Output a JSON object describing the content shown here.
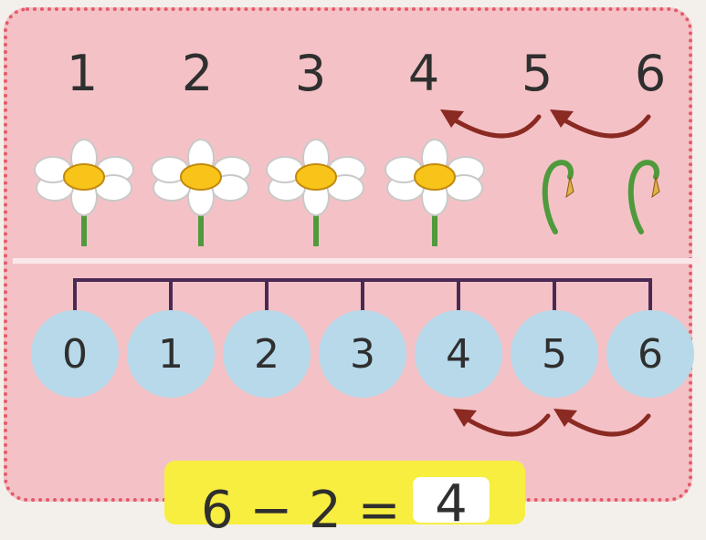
{
  "top_numbers": [
    "1",
    "2",
    "3",
    "4",
    "5",
    "6"
  ],
  "number_line": [
    "0",
    "1",
    "2",
    "3",
    "4",
    "5",
    "6"
  ],
  "equation": {
    "left": "6 − 2 =",
    "answer": "4"
  },
  "colors": {
    "card": "#f4c2c6",
    "dots": "#e45a6a",
    "circle": "#b7d9ea",
    "arrow": "#8a2a22",
    "equation_box": "#f7ee40"
  }
}
